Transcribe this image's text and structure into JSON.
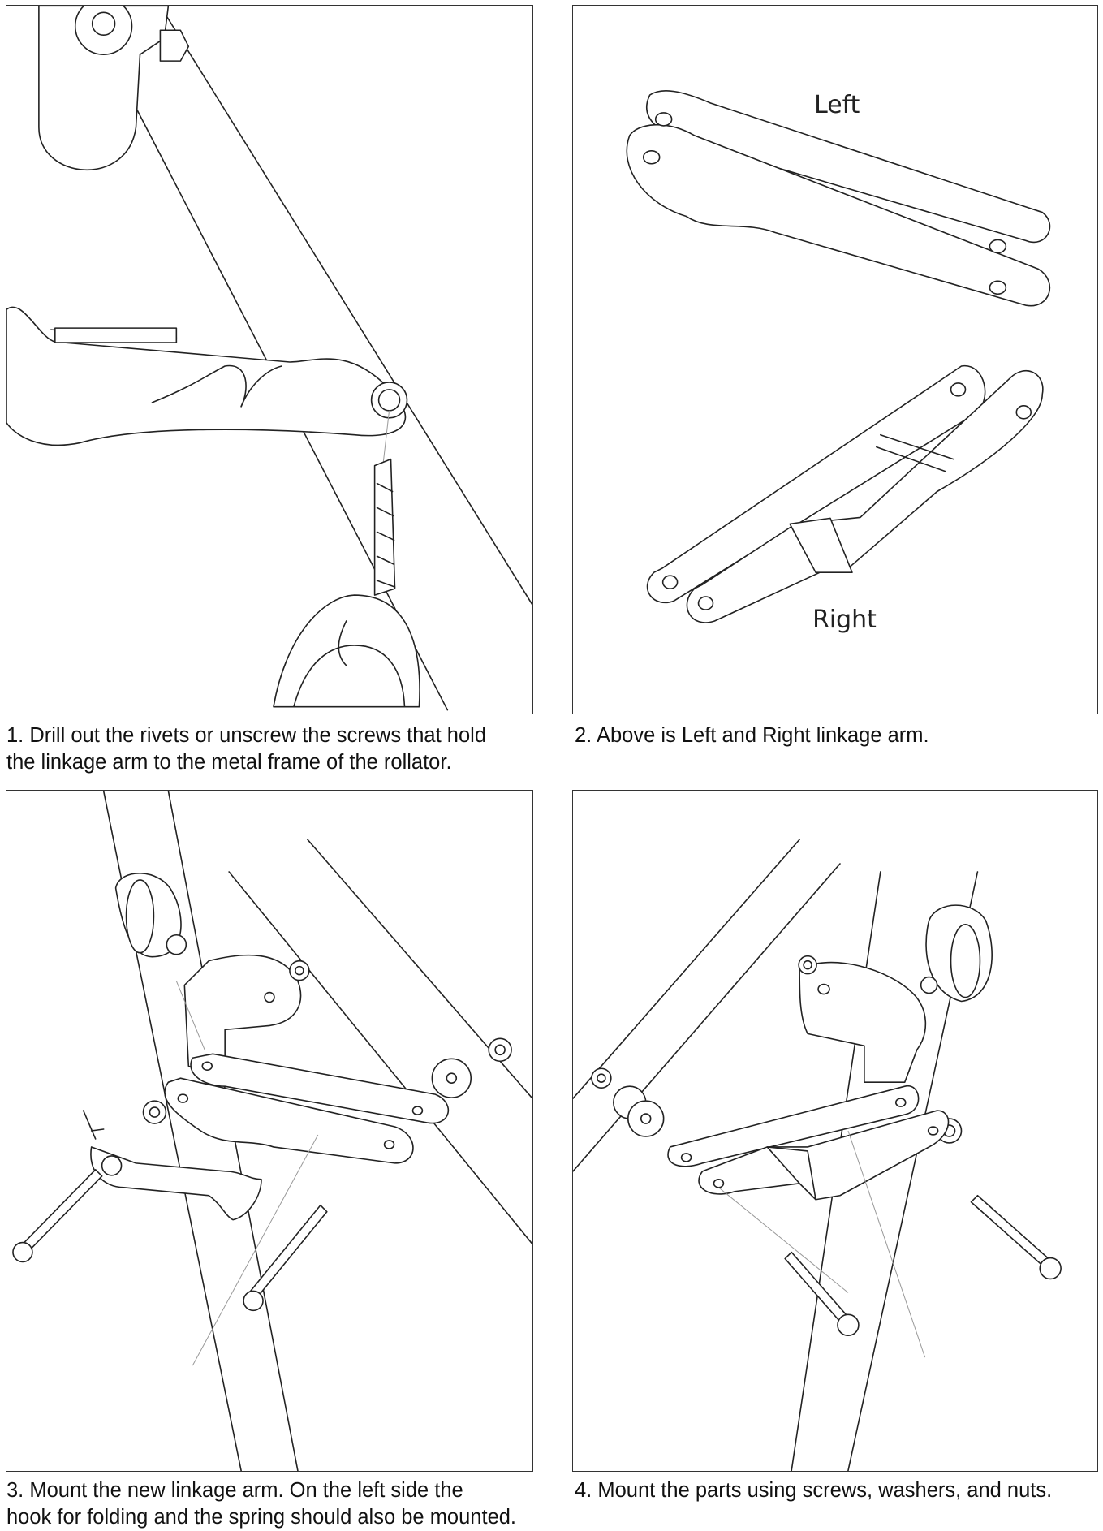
{
  "steps": [
    {
      "caption": "1.  Drill out the rivets or unscrew the screws that hold\nthe  linkage arm to the metal frame of the rollator."
    },
    {
      "caption": "2. Above is Left and Right linkage arm.",
      "labels": {
        "left": "Left",
        "right": "Right"
      }
    },
    {
      "caption": "3. Mount the new linkage arm. On the left side the\nhook for folding and the spring should also be mounted."
    },
    {
      "caption": "4. Mount the parts using screws, washers, and nuts."
    }
  ]
}
